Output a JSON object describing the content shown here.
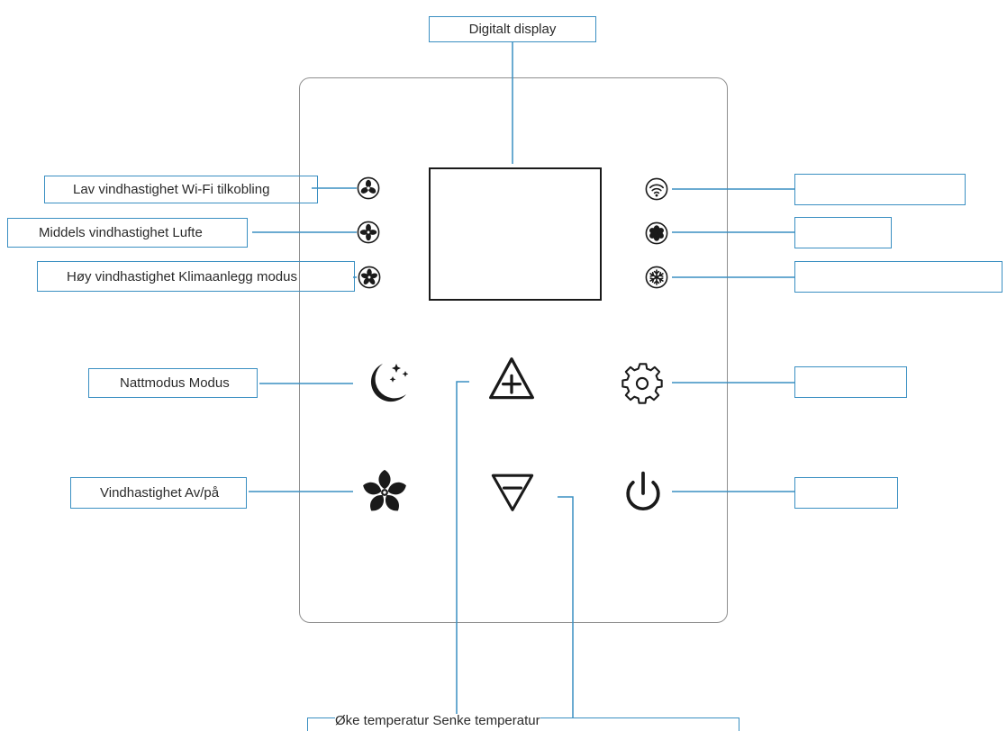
{
  "colors": {
    "callout_border": "#3a8fc2",
    "leader": "#3a8fc2",
    "panel_border": "#8f8f8f",
    "icon": "#1a1a1a"
  },
  "labels": {
    "display": "Digitalt display",
    "low_speed_wifi": "Lav vindhastighet Wi-Fi tilkobling",
    "medium_speed_vent": "Middels vindhastighet Lufte",
    "high_speed_ac": "Høy vindhastighet Klimaanlegg modus",
    "night_mode": "Nattmodus Modus",
    "fan_power": "Vindhastighet Av/på",
    "temperature": "Øke temperatur Senke temperatur"
  },
  "icons": {
    "low_fan": "fan-low-icon",
    "medium_fan": "fan-medium-icon",
    "high_fan": "fan-high-icon",
    "wifi": "wifi-icon",
    "vent": "vent-icon",
    "snowflake": "snowflake-icon",
    "moon": "moon-stars-icon",
    "plus": "triangle-plus-icon",
    "gear": "gear-icon",
    "fan": "fan-icon",
    "minus": "triangle-minus-icon",
    "power": "power-icon"
  }
}
